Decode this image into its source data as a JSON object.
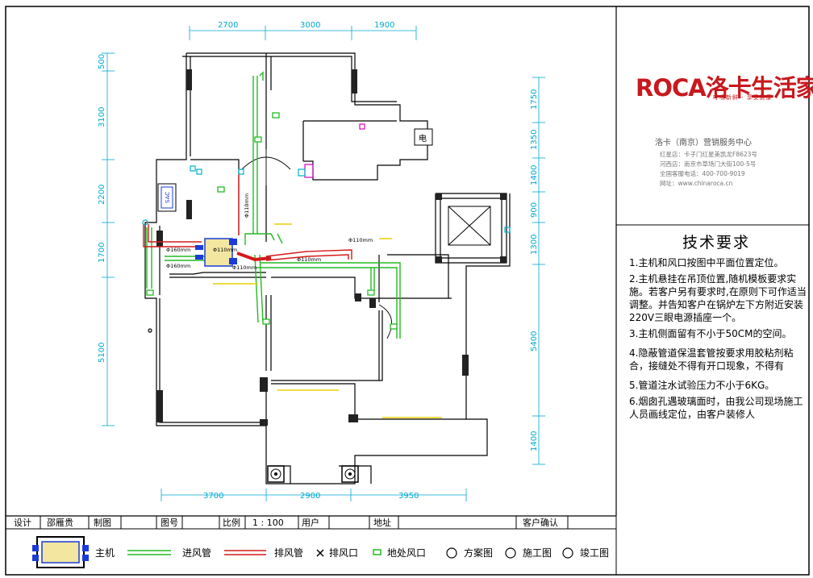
{
  "colors": {
    "supply_pipe": "#22bb22",
    "exhaust_pipe": "#d41a1a",
    "brand": "#c8191e",
    "device": "#1a3cd8",
    "yellow": "#e8d000",
    "magenta": "#d000c8",
    "cyan": "#00b0c8"
  },
  "dimensions": {
    "top": [
      "2700",
      "3000",
      "1900"
    ],
    "left": [
      "500",
      "3100",
      "2200",
      "1700",
      "5100"
    ],
    "right": [
      "1750",
      "1350",
      "1400",
      "900",
      "1300",
      "5400",
      "1400"
    ],
    "bottom": [
      "3700",
      "2900",
      "3950"
    ]
  },
  "plan_labels": {
    "sac": "SAC",
    "elec": "电",
    "pipe_sizes": [
      "Φ110mm",
      "Φ160mm",
      "Φ160mm",
      "Φ110mm",
      "Φ110mm",
      "Φ110mm",
      "Φ110mm"
    ]
  },
  "brand": {
    "logo": "ROCA洛卡生活家",
    "tagline": "呼吸新鲜 · 享受健康",
    "office": "洛卡（南京）营销服务中心",
    "lines": [
      "红星店：卡子门红星美凯龙F8623号",
      "河西店：南京市草场门大街100-5号",
      "全国客服电话：400-700-9019",
      "网址：www.chinaroca.cn"
    ]
  },
  "tech": {
    "title": "技术要求",
    "notes": [
      "1.主机和风口按图中平面位置定位。",
      "2.主机悬挂在吊顶位置,随机模板要求实施。若客户另有要求时,在原则下可作适当调整。并告知客户在锅炉左下方附近安装220V三眼电源插座一个。",
      "3.主机侧面留有不小于50CM的空间。",
      "4.隐蔽管道保温套管按要求用胶粘剂粘合，接缝处不得有开口现象，不得有",
      "5.管道注水试验压力不小于6KG。",
      "6.烟囱孔遇玻璃面时，由我公司现场施工人员画线定位，由客户装修人"
    ]
  },
  "title_row": {
    "design_label": "设计",
    "designer": "邵雁贵",
    "drawing_label": "制图",
    "drawing_no_label": "图号",
    "scale_label": "比例",
    "scale_value": "1 : 100",
    "client_label": "用户",
    "address_label": "地址",
    "confirm_label": "客户确认"
  },
  "legend": {
    "host": "主机",
    "supply": "进风管",
    "exhaust": "排风管",
    "outlet": "排风口",
    "floor_outlet": "地处风口",
    "plan": "方案图",
    "construction": "施工图",
    "completion": "竣工图"
  }
}
